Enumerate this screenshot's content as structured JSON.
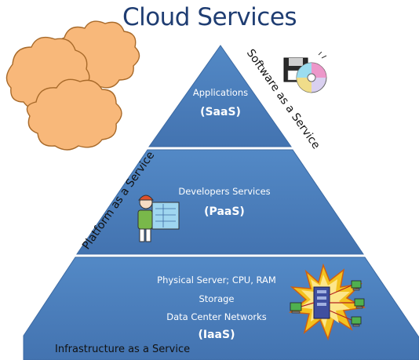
{
  "title": "Cloud Services",
  "tiers": {
    "saas": {
      "description": "Applications",
      "abbreviation": "(SaaS)"
    },
    "paas": {
      "description": "Developers Services",
      "abbreviation": "(PaaS)"
    },
    "iaas": {
      "lines": [
        "Physical Server; CPU, RAM",
        "Storage",
        "Data Center Networks"
      ],
      "abbreviation": "(IaaS)"
    }
  },
  "side_labels": {
    "software": "Software as a Service",
    "platform": "Platform as a Service",
    "infrastructure": "Infrastructure as a Service"
  },
  "icons": {
    "clouds": "cloud-cluster-icon",
    "software": "floppy-cd-icon",
    "developer": "developer-blueprint-icon",
    "infrastructure": "server-network-burst-icon"
  },
  "colors": {
    "pyramid": "#4a7ebb",
    "pyramid_edge": "#3c6aa3",
    "title": "#1f3d72",
    "cloud_fill": "#f8b87a",
    "cloud_stroke": "#a86a2a",
    "burst": "#f3c21f"
  }
}
